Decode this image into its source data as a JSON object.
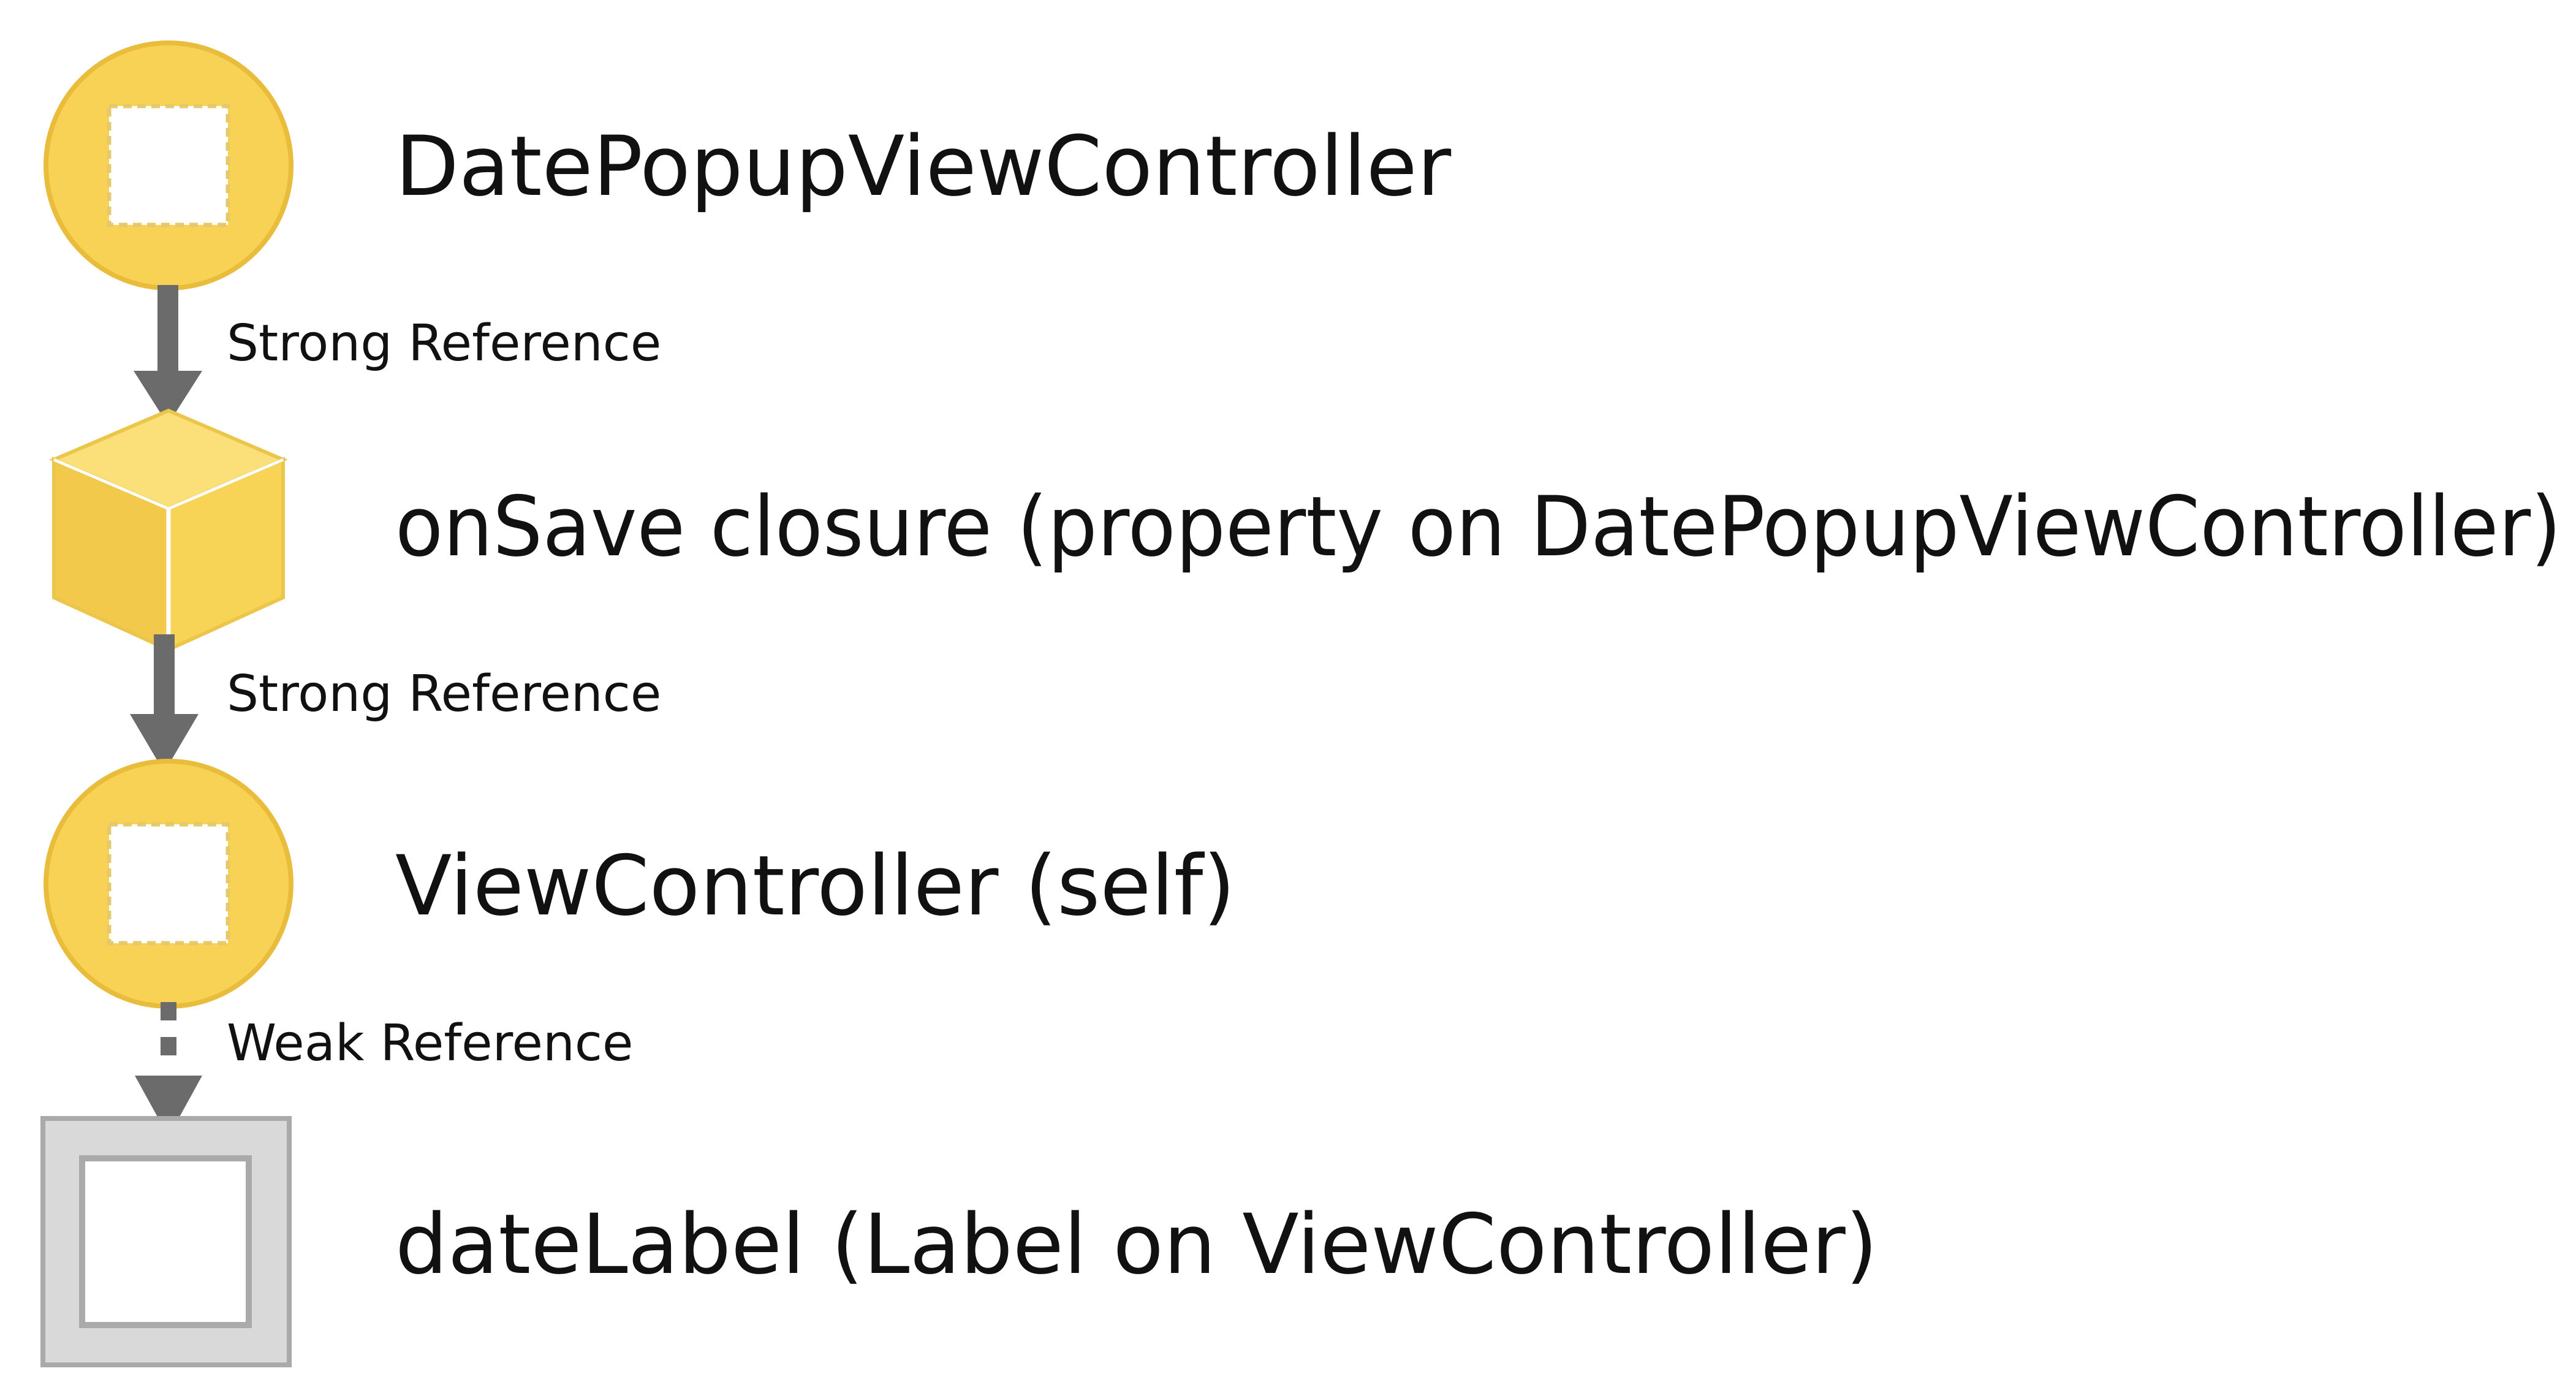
{
  "nodes": [
    {
      "id": "date-popup-vc",
      "shape": "circle",
      "icon": "object-circle-icon",
      "label": "DatePopupViewController"
    },
    {
      "id": "on-save-closure",
      "shape": "cube",
      "icon": "closure-cube-icon",
      "label": "onSave closure (property on DatePopupViewController)"
    },
    {
      "id": "view-controller-self",
      "shape": "circle",
      "icon": "object-circle-icon",
      "label": "ViewController (self)"
    },
    {
      "id": "date-label",
      "shape": "square",
      "icon": "label-square-icon",
      "label": "dateLabel (Label on ViewController)"
    }
  ],
  "edges": [
    {
      "from": "date-popup-vc",
      "to": "on-save-closure",
      "style": "solid",
      "label": "Strong Reference"
    },
    {
      "from": "on-save-closure",
      "to": "view-controller-self",
      "style": "solid",
      "label": "Strong Reference"
    },
    {
      "from": "view-controller-self",
      "to": "date-label",
      "style": "dotted",
      "label": "Weak Reference"
    }
  ],
  "colors": {
    "node_fill": "#f8d254",
    "node_stroke": "#e9bd3b",
    "cube_top": "#fbe07a",
    "cube_left": "#f3c94b",
    "cube_right": "#f8d456",
    "arrow": "#6b6b6b",
    "label_box_outer": "#d9d9d9",
    "label_box_border": "#aaaaaa",
    "text": "#111111"
  }
}
